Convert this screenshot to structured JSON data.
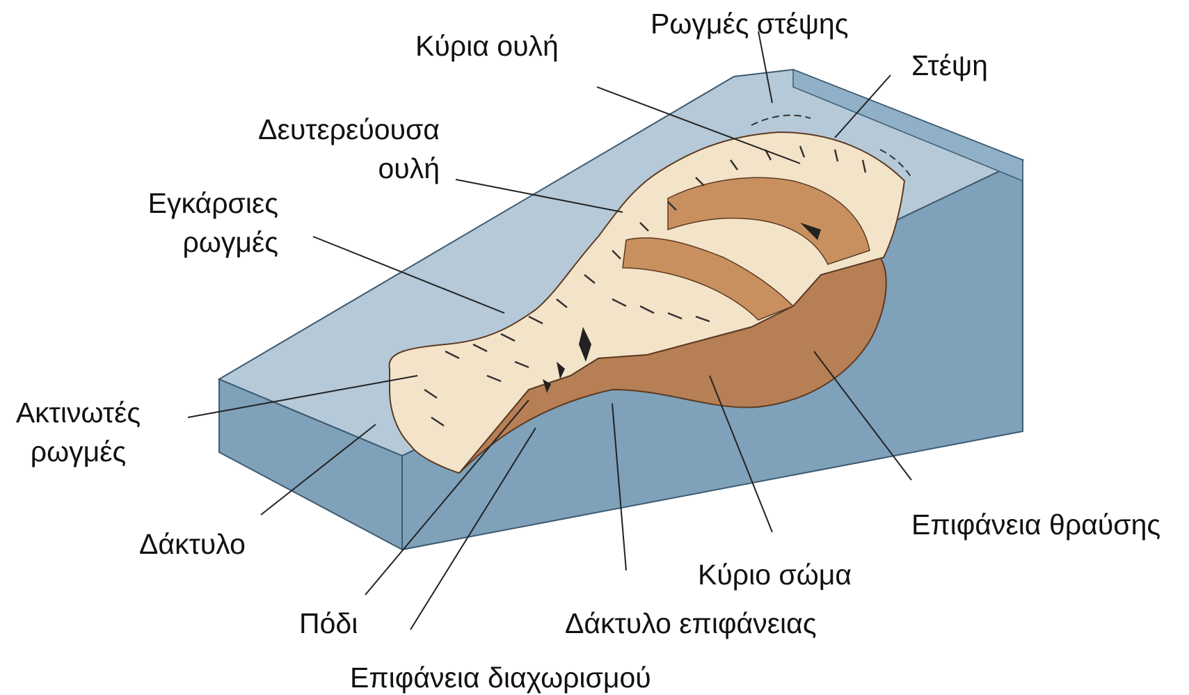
{
  "colors": {
    "slope_top": "#b5c9d8",
    "slope_side": "#7fa1ba",
    "slope_edge": "#3d5a70",
    "slide_face": "#c2875a",
    "slide_body": "#b77f55",
    "displaced_material": "#f3e3c8",
    "crack": "#333333"
  },
  "labels": {
    "crown_cracks": "Ρωγμές στέψης",
    "main_scarp": "Κύρια ουλή",
    "crown": "Στέψη",
    "minor_scarp_line1": "Δευτερεύουσα",
    "minor_scarp_line2": "ουλή",
    "transverse_cracks_line1": "Εγκάρσιες",
    "transverse_cracks_line2": "ρωγμές",
    "radial_cracks_line1": "Ακτινωτές",
    "radial_cracks_line2": "ρωγμές",
    "toe": "Δάκτυλο",
    "foot": "Πόδι",
    "separation_surface": "Επιφάνεια διαχωρισμού",
    "toe_of_surface_of_rupture": "Δάκτυλο επιφάνειας",
    "main_body": "Κύριο σώμα",
    "surface_of_rupture": "Επιφάνεια θραύσης"
  }
}
